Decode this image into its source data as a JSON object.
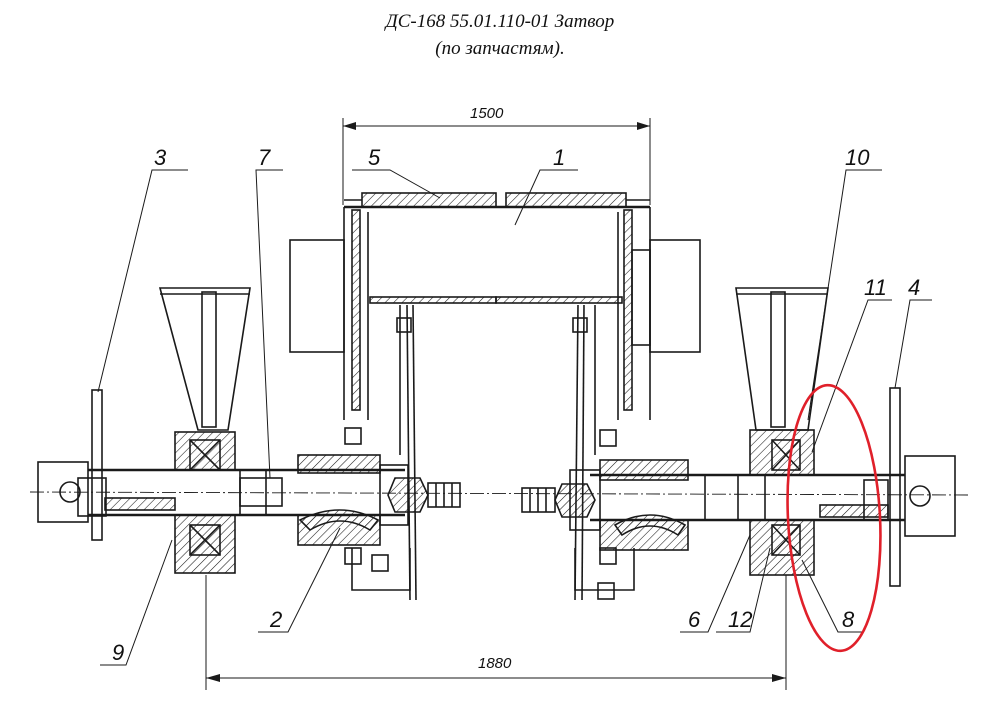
{
  "title": {
    "line1": "ДС-168 55.01.110-01 Затвор",
    "line2": "(по запчастям)."
  },
  "dimensions": {
    "top": "1500",
    "bottom": "1880"
  },
  "part_labels": [
    "1",
    "2",
    "3",
    "4",
    "5",
    "6",
    "7",
    "8",
    "9",
    "10",
    "11",
    "12"
  ],
  "highlight": {
    "color": "#e0202a",
    "encircled_part": "8"
  }
}
